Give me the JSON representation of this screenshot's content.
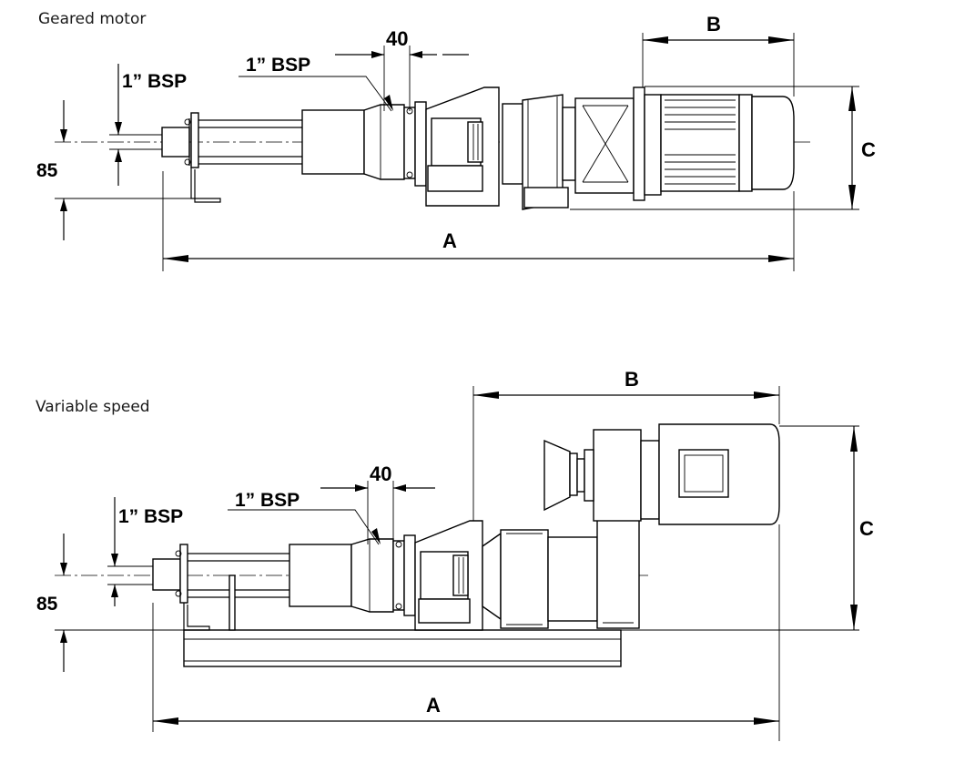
{
  "geared_motor": {
    "caption": "Geared motor",
    "dims": {
      "a": "A",
      "b": "B",
      "c": "C",
      "height": "85",
      "port_inlet": "1” BSP",
      "port_outlet": "1” BSP",
      "offset": "40"
    }
  },
  "variable_speed": {
    "caption": "Variable speed",
    "dims": {
      "a": "A",
      "b": "B",
      "c": "C",
      "height": "85",
      "port_inlet": "1” BSP",
      "port_outlet": "1” BSP",
      "offset": "40"
    }
  }
}
